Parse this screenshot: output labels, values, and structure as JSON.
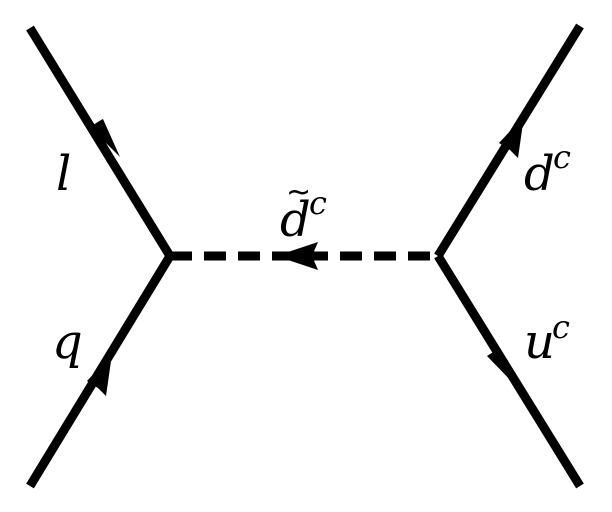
{
  "particles": {
    "lepton": {
      "symbol": "l"
    },
    "quark": {
      "symbol": "q"
    },
    "down_conjugate": {
      "symbol": "d",
      "superscript": "c"
    },
    "up_conjugate": {
      "symbol": "u",
      "superscript": "c"
    },
    "mediator": {
      "symbol": "d",
      "superscript": "c",
      "accent": "~"
    }
  },
  "colors": {
    "line": "#000000",
    "background": "#ffffff"
  }
}
